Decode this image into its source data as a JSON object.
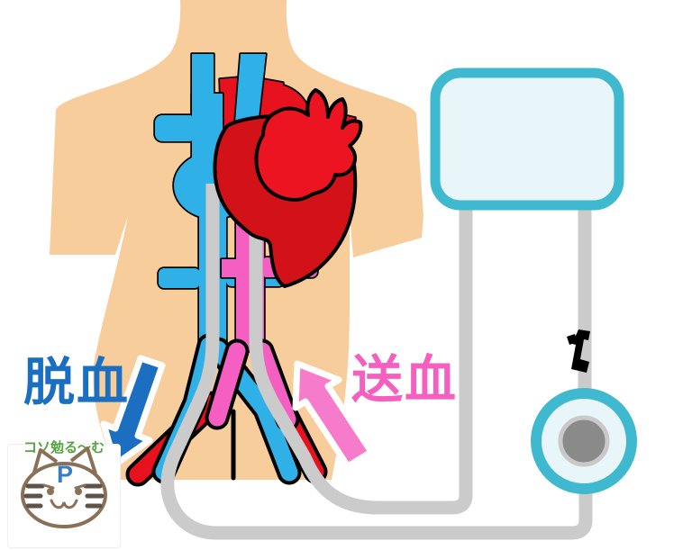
{
  "page": {
    "background": "#ffffff"
  },
  "labels": {
    "drainage": "脱血",
    "return": "送血"
  },
  "logo": {
    "letter": "P",
    "site_name": "コソ勉る〜む"
  },
  "icons": {
    "drainage_arrow": "blue arrow pointing down-left out of femoral vein",
    "return_arrow": "pink arrow pointing up along femoral artery",
    "oxygenator_box": "teal rounded rectangle device",
    "pump_circle": "teal circle device with gray hub",
    "cat_logo": "hand-drawn cat face with letter P on forehead"
  },
  "colors": {
    "skin": "#f8cd9c",
    "vein_blue": "#2fb1e8",
    "artery_red": "#e8111e",
    "heart_red": "#d31119",
    "heart_bright": "#ec1420",
    "aorta_pink": "#f55fc1",
    "cannula_gray": "#cbcbcb",
    "tube_gray": "#d3d3d3",
    "device_border": "#3fb9cf",
    "device_fill": "#e8f5f9",
    "pump_center": "#8a8a8a",
    "pump_center_rim": "#c9c9c9",
    "arrow_blue": "#1c6fc0",
    "arrow_pink": "#f77bcb",
    "label_blue": "#1b6fc0",
    "label_pink": "#f45fc0",
    "logo_brown": "#8a7057",
    "logo_stripe": "#5f5347",
    "logo_letter_blue": "#3a7cc4",
    "logo_text_green": "#55a342",
    "outline": "#000000"
  }
}
